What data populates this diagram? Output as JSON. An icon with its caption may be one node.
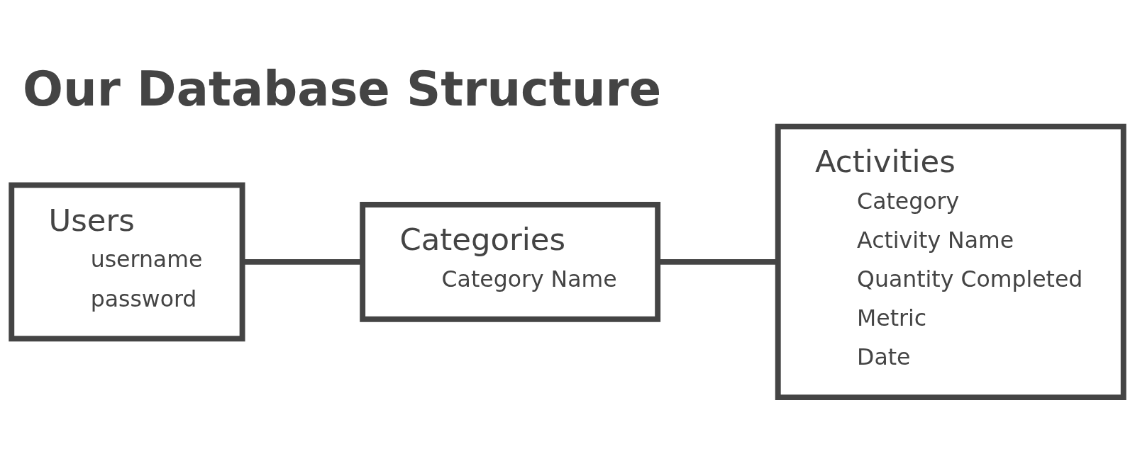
{
  "diagram": {
    "title": "Our Database Structure",
    "nodes": [
      {
        "text": [
          "Users",
          "username",
          "password"
        ]
      },
      {
        "text": [
          "Categories",
          "Category Name"
        ]
      },
      {
        "text": [
          "Activities",
          "Category",
          "Activity Name",
          "Quantity Completed",
          "Metric",
          "Date"
        ]
      }
    ],
    "edges": [
      {
        "from": 0,
        "to": 1,
        "arrow": "none"
      },
      {
        "from": 1,
        "to": 2,
        "arrow": "none"
      }
    ]
  }
}
